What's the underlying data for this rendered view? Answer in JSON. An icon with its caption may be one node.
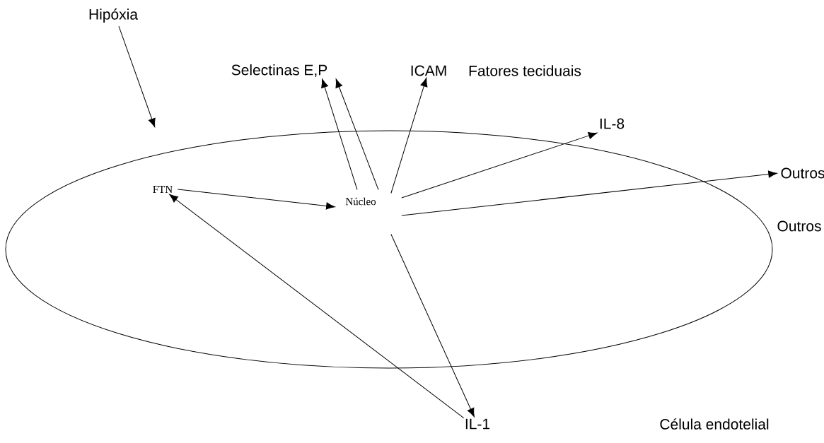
{
  "diagram": {
    "nodes": [
      {
        "text": [],
        "shape": "ellipse",
        "beside": [
          "Célula endotelial"
        ]
      },
      {
        "text": [
          "Hipóxia"
        ]
      },
      {
        "text": [
          "FTN"
        ],
        "in": 0
      },
      {
        "text": [
          "Núcleo"
        ],
        "in": 0
      },
      {
        "text": [
          "Selectinas E,P"
        ]
      },
      {
        "text": [
          "ICAM"
        ]
      },
      {
        "text": [
          "IL-8"
        ]
      },
      {
        "text": [
          "Outros"
        ]
      },
      {
        "text": [
          "IL-1"
        ]
      }
    ],
    "edges": [
      {
        "from": 1,
        "to": 0,
        "arrow": "to"
      },
      {
        "from": 2,
        "to": 3,
        "arrow": "to"
      },
      {
        "from": 3,
        "to": 4,
        "arrow": "to"
      },
      {
        "from": 3,
        "to": 4,
        "arrow": "to"
      },
      {
        "from": 3,
        "to": 5,
        "arrow": "to"
      },
      {
        "from": 3,
        "to": 6,
        "arrow": "to"
      },
      {
        "from": 3,
        "to": 7,
        "arrow": "to"
      },
      {
        "from": 3,
        "to": 8,
        "arrow": "to"
      },
      {
        "from": 8,
        "to": 2,
        "arrow": "to"
      }
    ],
    "labels": [
      "Fatores teciduais",
      "Outros"
    ]
  }
}
